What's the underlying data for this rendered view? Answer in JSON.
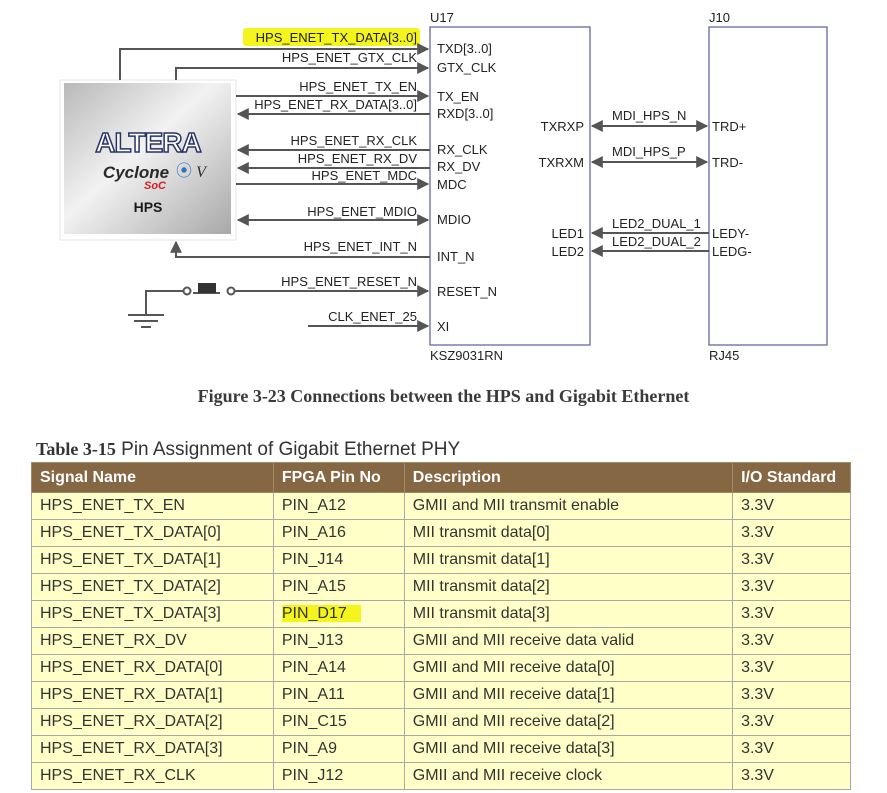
{
  "diagram": {
    "hps_block": {
      "brand": "ALTERA",
      "family": "Cyclone",
      "family_suffix": "V",
      "soc": "SoC",
      "label": "HPS"
    },
    "u17": {
      "designator": "U17",
      "part": "KSZ9031RN"
    },
    "j10": {
      "designator": "J10",
      "part": "RJ45"
    },
    "left_signals": [
      {
        "net": "HPS_ENET_TX_DATA[3..0]",
        "pin": "TXD[3..0]",
        "direction": "to-phy",
        "highlighted": true
      },
      {
        "net": "HPS_ENET_GTX_CLK",
        "pin": "GTX_CLK",
        "direction": "to-phy"
      },
      {
        "net": "HPS_ENET_TX_EN",
        "pin": "TX_EN",
        "direction": "to-phy"
      },
      {
        "net": "HPS_ENET_RX_DATA[3..0]",
        "pin": "RXD[3..0]",
        "direction": "to-hps"
      },
      {
        "net": "HPS_ENET_RX_CLK",
        "pin": "RX_CLK",
        "direction": "to-hps"
      },
      {
        "net": "HPS_ENET_RX_DV",
        "pin": "RX_DV",
        "direction": "to-hps"
      },
      {
        "net": "HPS_ENET_MDC",
        "pin": "MDC",
        "direction": "to-phy"
      },
      {
        "net": "HPS_ENET_MDIO",
        "pin": "MDIO",
        "direction": "bidirectional"
      },
      {
        "net": "HPS_ENET_INT_N",
        "pin": "INT_N",
        "direction": "to-hps"
      },
      {
        "net": "HPS_ENET_RESET_N",
        "pin": "RESET_N",
        "direction": "to-phy"
      },
      {
        "net": "CLK_ENET_25",
        "pin": "XI",
        "direction": "to-phy"
      }
    ],
    "right_signals": [
      {
        "net": "MDI_HPS_N",
        "phy_pin": "TXRXP",
        "jack_pin": "TRD+",
        "direction": "bidirectional"
      },
      {
        "net": "MDI_HPS_P",
        "phy_pin": "TXRXM",
        "jack_pin": "TRD-",
        "direction": "bidirectional"
      },
      {
        "net": "LED2_DUAL_1",
        "phy_pin": "LED1",
        "jack_pin": "LEDY-",
        "direction": "to-phy"
      },
      {
        "net": "LED2_DUAL_2",
        "phy_pin": "LED2",
        "jack_pin": "LEDG-",
        "direction": "to-phy"
      }
    ],
    "highlight_color": "#f5f51e"
  },
  "caption": "Figure 3-23 Connections between the HPS and Gigabit Ethernet",
  "table": {
    "number": "Table 3-15",
    "title": "Pin Assignment of Gigabit Ethernet PHY",
    "header_color": "#866743",
    "row_color": "#ffffc7",
    "columns": [
      "Signal Name",
      "FPGA Pin No",
      "Description",
      "I/O Standard"
    ],
    "rows": [
      [
        "HPS_ENET_TX_EN",
        "PIN_A12",
        "GMII and MII transmit enable",
        "3.3V"
      ],
      [
        "HPS_ENET_TX_DATA[0]",
        "PIN_A16",
        "MII transmit data[0]",
        "3.3V"
      ],
      [
        "HPS_ENET_TX_DATA[1]",
        "PIN_J14",
        "MII transmit data[1]",
        "3.3V"
      ],
      [
        "HPS_ENET_TX_DATA[2]",
        "PIN_A15",
        "MII transmit data[2]",
        "3.3V"
      ],
      [
        "HPS_ENET_TX_DATA[3]",
        "PIN_D17",
        "MII transmit data[3]",
        "3.3V"
      ],
      [
        "HPS_ENET_RX_DV",
        "PIN_J13",
        "GMII and MII receive data valid",
        "3.3V"
      ],
      [
        "HPS_ENET_RX_DATA[0]",
        "PIN_A14",
        "GMII and MII receive data[0]",
        "3.3V"
      ],
      [
        "HPS_ENET_RX_DATA[1]",
        "PIN_A11",
        "GMII and MII receive data[1]",
        "3.3V"
      ],
      [
        "HPS_ENET_RX_DATA[2]",
        "PIN_C15",
        "GMII and MII receive data[2]",
        "3.3V"
      ],
      [
        "HPS_ENET_RX_DATA[3]",
        "PIN_A9",
        "GMII and MII receive data[3]",
        "3.3V"
      ],
      [
        "HPS_ENET_RX_CLK",
        "PIN_J12",
        "GMII and MII receive clock",
        "3.3V"
      ]
    ],
    "highlighted_cell": {
      "row": 4,
      "col": 1
    }
  }
}
